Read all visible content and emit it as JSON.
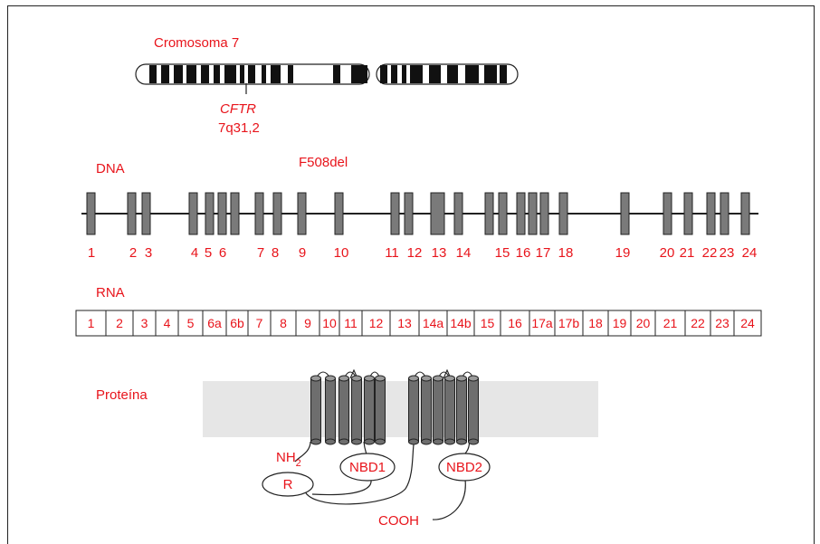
{
  "chromosome": {
    "title": "Cromosoma 7",
    "gene": "CFTR",
    "locus": "7q31,2"
  },
  "dna": {
    "label": "DNA",
    "mutation": "F508del",
    "exons": [
      "1",
      "2",
      "3",
      "4",
      "5",
      "6",
      "7",
      "8",
      "9",
      "10",
      "11",
      "12",
      "13",
      "14",
      "15",
      "16",
      "17",
      "18",
      "19",
      "20",
      "21",
      "22",
      "23",
      "24"
    ]
  },
  "rna": {
    "label": "RNA",
    "cells": [
      "1",
      "2",
      "3",
      "4",
      "5",
      "6a",
      "6b",
      "7",
      "8",
      "9",
      "10",
      "11",
      "12",
      "13",
      "14a",
      "14b",
      "15",
      "16",
      "17a",
      "17b",
      "18",
      "19",
      "20",
      "21",
      "22",
      "23",
      "24"
    ]
  },
  "protein": {
    "label": "Proteína",
    "nh2_base": "NH",
    "nh2_sub": "2",
    "nbd1": "NBD1",
    "nbd2": "NBD2",
    "r": "R",
    "cooh": "COOH"
  },
  "colors": {
    "accent": "#e8141b",
    "exon_fill": "#7a7a7a",
    "membrane": "#e6e6e6"
  }
}
